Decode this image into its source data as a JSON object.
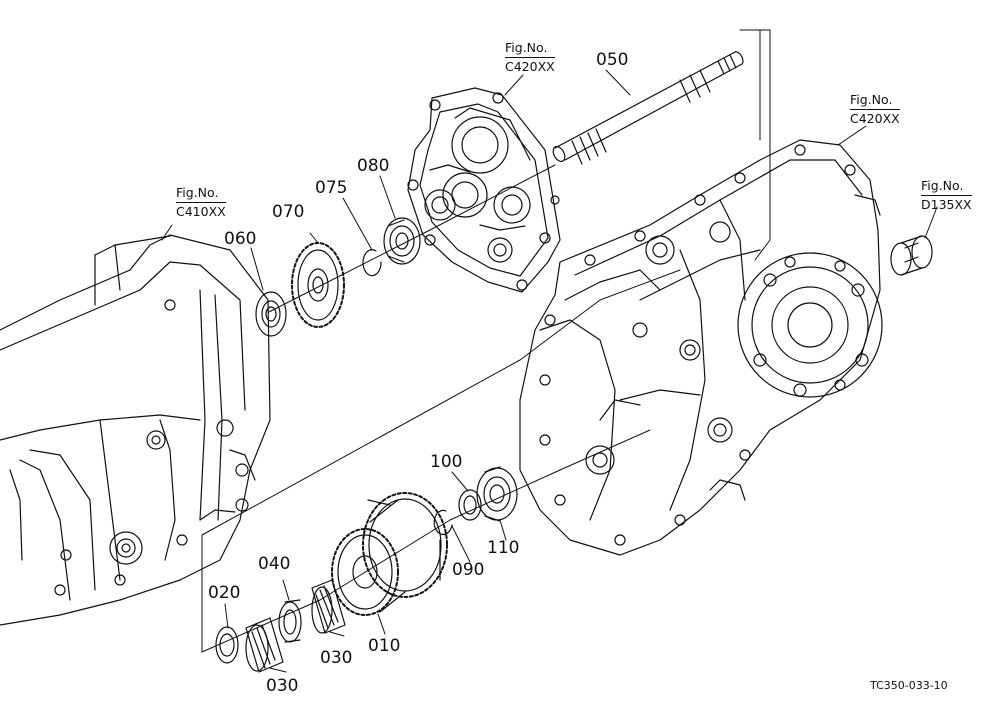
{
  "figure_refs": [
    {
      "heading": "Fig.No.",
      "ref": "C410XX"
    },
    {
      "heading": "Fig.No.",
      "ref": "C420XX"
    },
    {
      "heading": "Fig.No.",
      "ref": "C420XX"
    },
    {
      "heading": "Fig.No.",
      "ref": "D135XX"
    }
  ],
  "parts": [
    "010",
    "020",
    "030",
    "030",
    "040",
    "050",
    "060",
    "070",
    "075",
    "080",
    "090",
    "100",
    "110"
  ],
  "drawing_code": "TC350-033-10"
}
